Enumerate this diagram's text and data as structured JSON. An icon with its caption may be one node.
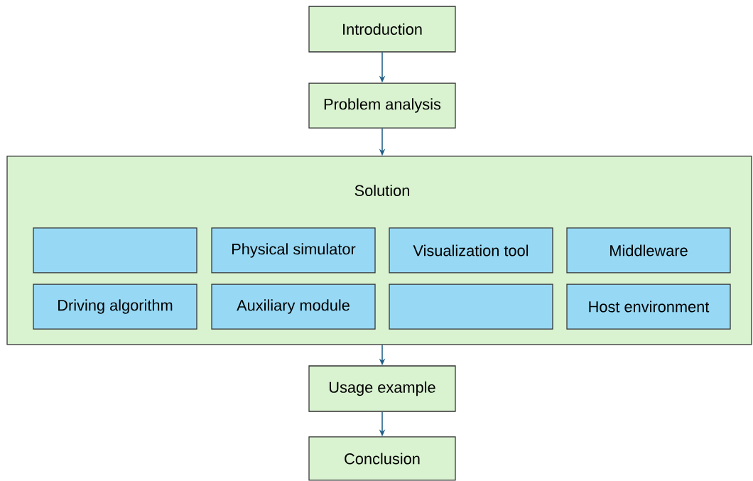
{
  "diagram": {
    "nodes": [
      {
        "text": [
          "Introduction"
        ]
      },
      {
        "text": [
          "Problem analysis"
        ]
      },
      {
        "text": [
          "Solution"
        ]
      },
      {
        "text": [],
        "shape": "box",
        "in": 2
      },
      {
        "text": [
          "Physical simulator"
        ],
        "in": 2
      },
      {
        "text": [
          "Visualization tool"
        ],
        "in": 2
      },
      {
        "text": [
          "Middleware"
        ],
        "in": 2
      },
      {
        "text": [
          "Driving algorithm"
        ],
        "in": 2
      },
      {
        "text": [
          "Auxiliary module"
        ],
        "in": 2
      },
      {
        "text": [],
        "shape": "box",
        "in": 2
      },
      {
        "text": [
          "Host environment"
        ],
        "in": 2
      },
      {
        "text": [
          "Usage example"
        ]
      },
      {
        "text": [
          "Conclusion"
        ]
      }
    ],
    "edges": [
      {
        "from": 0,
        "to": 1,
        "arrow": "to"
      },
      {
        "from": 1,
        "to": 2,
        "arrow": "to"
      },
      {
        "from": 2,
        "to": 11,
        "arrow": "to"
      },
      {
        "from": 11,
        "to": 12,
        "arrow": "to"
      }
    ]
  }
}
